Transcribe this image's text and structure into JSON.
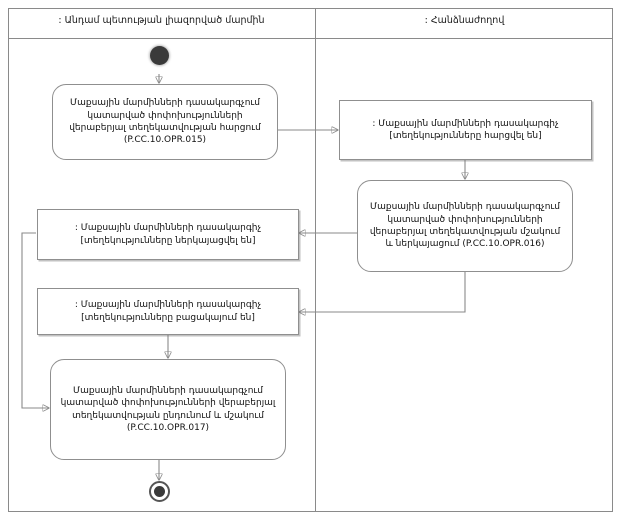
{
  "diagram": {
    "type": "uml-activity-diagram",
    "lanes": [
      {
        "id": "lane-left",
        "title": ": Անդամ պետության լիազորված մարմին"
      },
      {
        "id": "lane-right",
        "title": ": Հանձնաժողով"
      }
    ],
    "nodes": {
      "start": {
        "kind": "initial-node",
        "lane": "lane-left"
      },
      "end": {
        "kind": "final-node",
        "lane": "lane-left"
      },
      "activity_015": {
        "kind": "activity",
        "lane": "lane-left",
        "text": "Մաքսային մարմինների դասակարգչում կատարված փոփոխությունների վերաբերյալ տեղեկատվության հարցում (P.CC.10.OPR.015)",
        "code": "P.CC.10.OPR.015"
      },
      "object_requested": {
        "kind": "object-node",
        "lane": "lane-right",
        "text": ": Մաքսային մարմինների դասակարգիչ [տեղեկությունները հարցվել են]",
        "state": "[տեղեկությունները հարցվել են]"
      },
      "activity_016": {
        "kind": "activity",
        "lane": "lane-right",
        "text": "Մաքսային մարմինների դասակարգչում կատարված փոփոխությունների վերաբերյալ տեղեկատվության մշակում և ներկայացում (P.CC.10.OPR.016)",
        "code": "P.CC.10.OPR.016"
      },
      "object_presented": {
        "kind": "object-node",
        "lane": "lane-left",
        "text": ": Մաքսային մարմինների դասակարգիչ [տեղեկությունները ներկայացվել են]",
        "state": "[տեղեկությունները ներկայացվել են]"
      },
      "object_absent": {
        "kind": "object-node",
        "lane": "lane-left",
        "text": ": Մաքսային մարմինների դասակարգիչ [տեղեկությունները բացակայում են]",
        "state": "[տեղեկությունները բացակայում են]"
      },
      "activity_017": {
        "kind": "activity",
        "lane": "lane-left",
        "text": "Մաքսային մարմինների դասակարգչում կատարված փոփոխությունների վերաբերյալ տեղեկատվության ընդունում և մշակում (P.CC.10.OPR.017)",
        "code": "P.CC.10.OPR.017"
      }
    },
    "edges": [
      {
        "from": "start",
        "to": "activity_015"
      },
      {
        "from": "activity_015",
        "to": "object_requested"
      },
      {
        "from": "object_requested",
        "to": "activity_016"
      },
      {
        "from": "activity_016",
        "to": "object_presented"
      },
      {
        "from": "activity_016",
        "to": "object_absent"
      },
      {
        "from": "object_presented",
        "to": "activity_017"
      },
      {
        "from": "object_absent",
        "to": "activity_017"
      },
      {
        "from": "activity_017",
        "to": "end"
      }
    ],
    "colors": {
      "border": "#8a8a8a",
      "node_border": "#8f8f8f",
      "background": "#ffffff",
      "text": "#111111",
      "marker": "#3a3a3a"
    }
  }
}
